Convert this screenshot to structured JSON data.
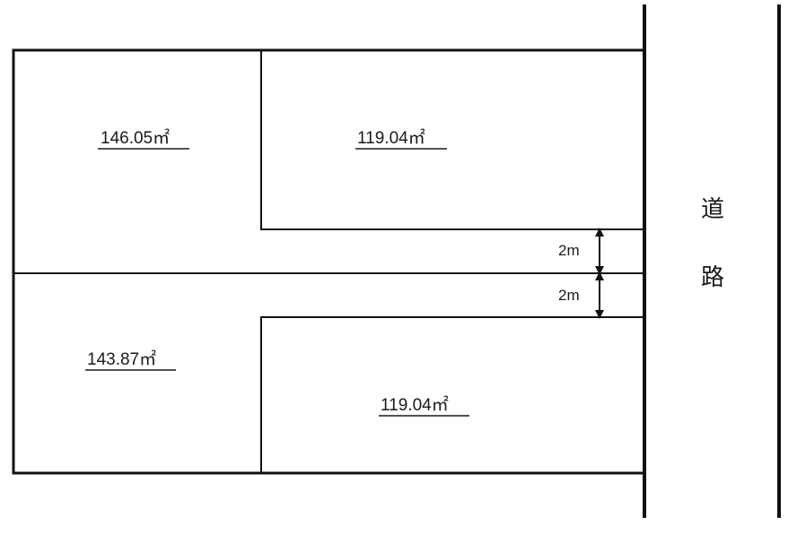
{
  "lots": [
    {
      "id": "lot-top-left",
      "area": "146.05㎡"
    },
    {
      "id": "lot-top-right",
      "area": "119.04㎡"
    },
    {
      "id": "lot-bottom-left",
      "area": "143.87㎡"
    },
    {
      "id": "lot-bottom-right",
      "area": "119.04㎡"
    }
  ],
  "dimensions": {
    "upper_strip": "2m",
    "lower_strip": "2m"
  },
  "road": {
    "char_1": "道",
    "char_2": "路"
  },
  "colors": {
    "line": "#111111",
    "text": "#1a1a1a",
    "background": "#ffffff"
  }
}
